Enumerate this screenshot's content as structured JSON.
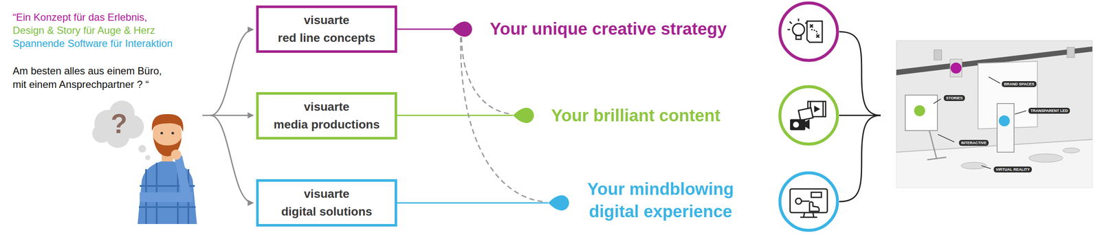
{
  "diagram": {
    "nodes": [
      {
        "text": [
          "visuarte red line concepts"
        ]
      },
      {
        "text": [
          "visuarte media productions"
        ]
      },
      {
        "text": [
          "visuarte digital solutions"
        ]
      }
    ],
    "labels": [
      "“Ein Konzept für das Erlebnis,",
      "Design & Story für Auge & Herz",
      "Spannende Software für Interaktion",
      "Am besten alles aus einem Büro, mit einem Ansprechpartner ? “",
      "?",
      "Your unique creative strategy",
      "Your brilliant content",
      "Your mindblowing digital experience",
      "BRAND SPACES",
      "STORIES",
      "TRANSPARENT LED",
      "INTERACTIVE",
      "VIRTUAL REALITY"
    ]
  }
}
